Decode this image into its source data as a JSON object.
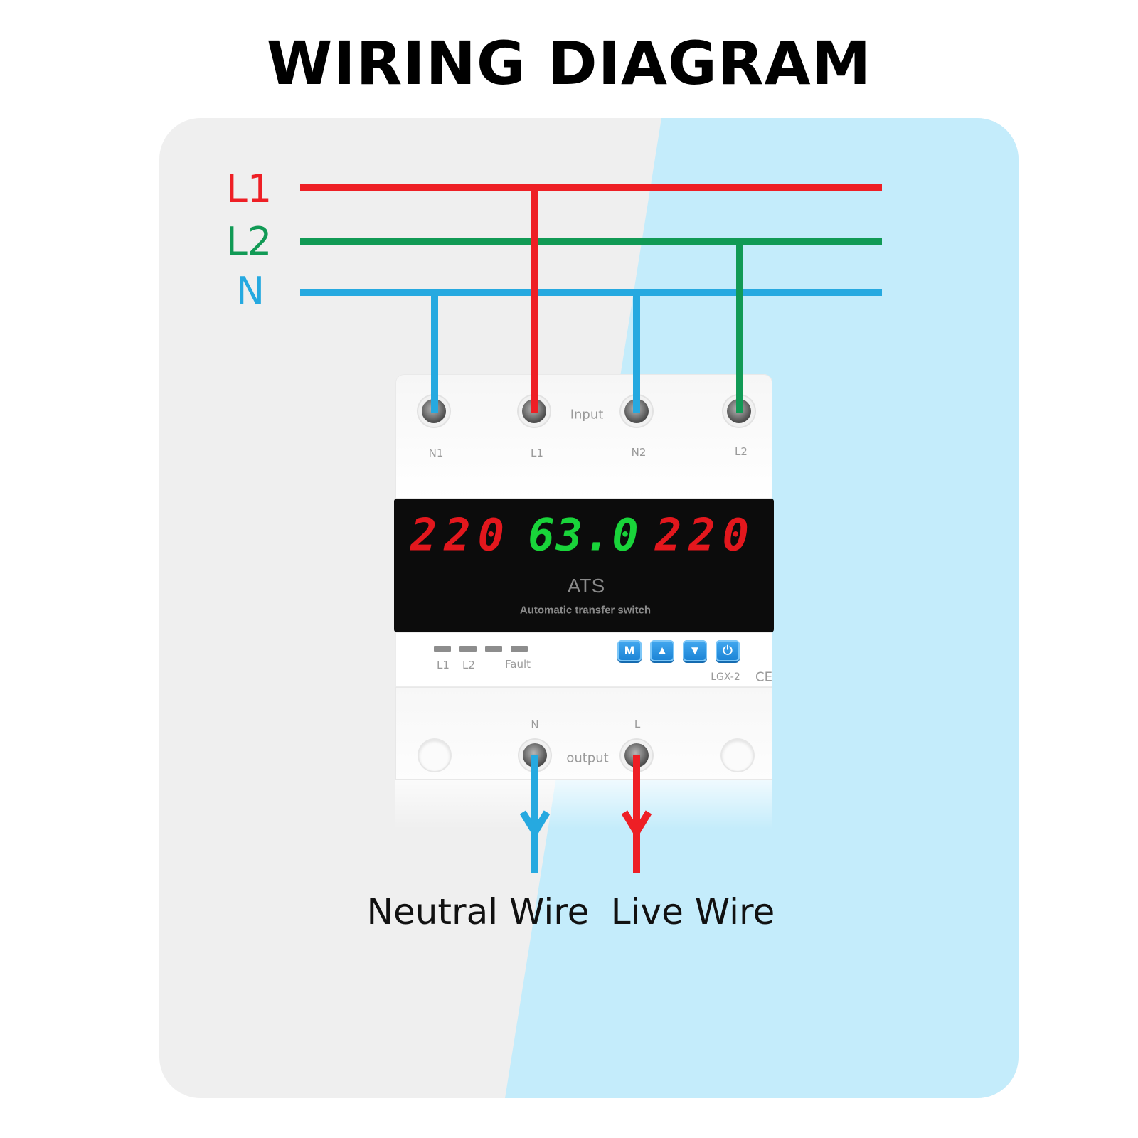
{
  "title": "WIRING DIAGRAM",
  "colors": {
    "l1": "#ee1f25",
    "l2": "#119a55",
    "n": "#26a9e0",
    "panel_gray": "#efefef",
    "panel_blue": "#c4ecfb"
  },
  "buses": {
    "l1": "L1",
    "l2": "L2",
    "n": "N"
  },
  "device": {
    "input_label": "Input",
    "input_terminals": [
      "N1",
      "L1",
      "N2",
      "L2"
    ],
    "display": {
      "left_value": "220",
      "center_value": "63.0",
      "right_value": "220",
      "name": "ATS",
      "subtitle": "Automatic transfer switch"
    },
    "indicators": [
      "L1",
      "L2",
      "Fault"
    ],
    "buttons": [
      "M",
      "▲",
      "▼",
      "⏻"
    ],
    "model": "LGX-2",
    "cert": "CE",
    "output_label": "output",
    "output_terminals": [
      "N",
      "L"
    ]
  },
  "outputs": {
    "neutral": "Neutral Wire",
    "live": "Live Wire"
  }
}
